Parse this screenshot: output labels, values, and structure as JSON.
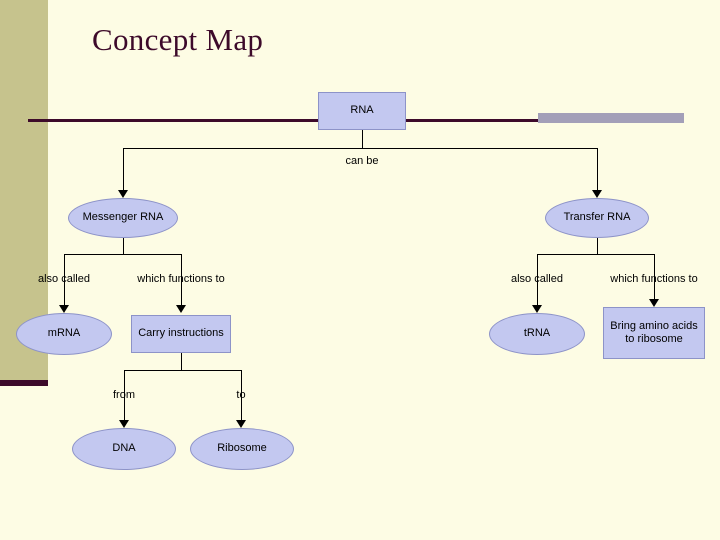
{
  "page": {
    "title": "Concept Map",
    "background_color": "#fdfce4",
    "band_color": "#c6c38d",
    "accent_color": "#3d0a2a",
    "rule_accent_color": "#a39fb8",
    "node_fill": "#c3c8f0",
    "node_border": "#8d93c8"
  },
  "diagram": {
    "type": "concept-map",
    "nodes": [
      {
        "id": "rna",
        "label": "RNA",
        "shape": "rect"
      },
      {
        "id": "mrna_full",
        "label": "Messenger RNA",
        "shape": "ellipse"
      },
      {
        "id": "trna_full",
        "label": "Transfer RNA",
        "shape": "ellipse"
      },
      {
        "id": "mrna",
        "label": "mRNA",
        "shape": "ellipse"
      },
      {
        "id": "carry",
        "label": "Carry instructions",
        "shape": "rect"
      },
      {
        "id": "trna",
        "label": "tRNA",
        "shape": "ellipse"
      },
      {
        "id": "bring",
        "label": "Bring amino acids to ribosome",
        "shape": "rect"
      },
      {
        "id": "dna",
        "label": "DNA",
        "shape": "ellipse"
      },
      {
        "id": "ribosome",
        "label": "Ribosome",
        "shape": "ellipse"
      }
    ],
    "edge_labels": [
      {
        "id": "can_be",
        "text": "can be"
      },
      {
        "id": "also_called_1",
        "text": "also called"
      },
      {
        "id": "functions_1",
        "text": "which functions to"
      },
      {
        "id": "also_called_2",
        "text": "also called"
      },
      {
        "id": "functions_2",
        "text": "which functions to"
      },
      {
        "id": "from",
        "text": "from"
      },
      {
        "id": "to",
        "text": "to"
      }
    ]
  }
}
